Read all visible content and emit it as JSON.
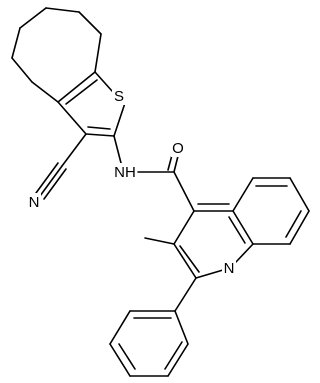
{
  "molecule": {
    "atom_labels": [
      {
        "id": "S",
        "text": "S"
      },
      {
        "id": "N_nitrile",
        "text": "N"
      },
      {
        "id": "NH",
        "text": "NH"
      },
      {
        "id": "O",
        "text": "O"
      },
      {
        "id": "N_quinoline",
        "text": "N"
      }
    ]
  },
  "colors": {
    "bond": "#000000",
    "label": "#000000",
    "background": "#ffffff"
  }
}
